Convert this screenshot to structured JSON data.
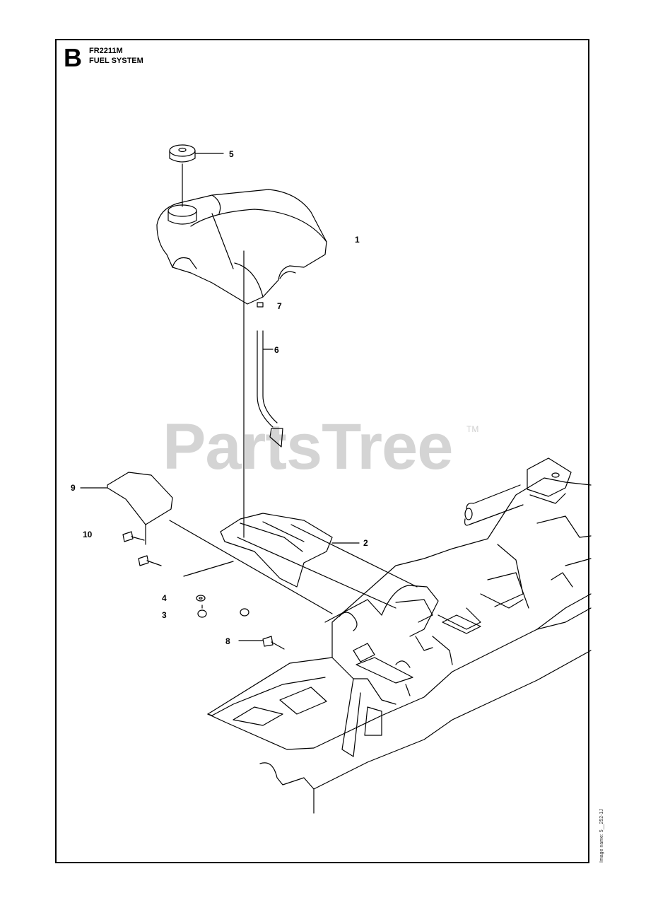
{
  "header": {
    "section_letter": "B",
    "model": "FR2211M",
    "title": "FUEL SYSTEM"
  },
  "callouts": [
    {
      "id": "c5",
      "label": "5"
    },
    {
      "id": "c1",
      "label": "1"
    },
    {
      "id": "c7",
      "label": "7"
    },
    {
      "id": "c6",
      "label": "6"
    },
    {
      "id": "c9",
      "label": "9"
    },
    {
      "id": "c10",
      "label": "10"
    },
    {
      "id": "c2",
      "label": "2"
    },
    {
      "id": "c4",
      "label": "4"
    },
    {
      "id": "c3",
      "label": "3"
    },
    {
      "id": "c8",
      "label": "8"
    }
  ],
  "watermark": {
    "text": "PartsTree",
    "trademark": "TM"
  },
  "side_code": "Image name: 5__252-1J",
  "colors": {
    "line": "#000000",
    "watermark": "#d4d4d4"
  }
}
